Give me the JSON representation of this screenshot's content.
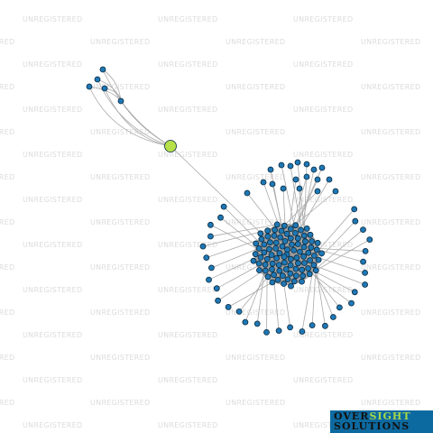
{
  "watermark": {
    "text": "UNREGISTERED",
    "color": "#dcdcdc"
  },
  "logo": {
    "line1_part1": "OVER",
    "line1_part2": "SIGHT",
    "line2": "SOLUTIONS",
    "background": "#0d6aa0",
    "accent": "#a8d84a"
  },
  "graph": {
    "node_color": "#1f77b4",
    "highlight_color": "#b5e04a",
    "edge_color": "#aaaaaa",
    "central_node": "highlighted-entity",
    "clusters": [
      {
        "name": "small-cluster",
        "node_count": 5,
        "hub_count": 1
      },
      {
        "name": "large-cluster",
        "node_count": 180,
        "hub_count": 1
      }
    ]
  }
}
